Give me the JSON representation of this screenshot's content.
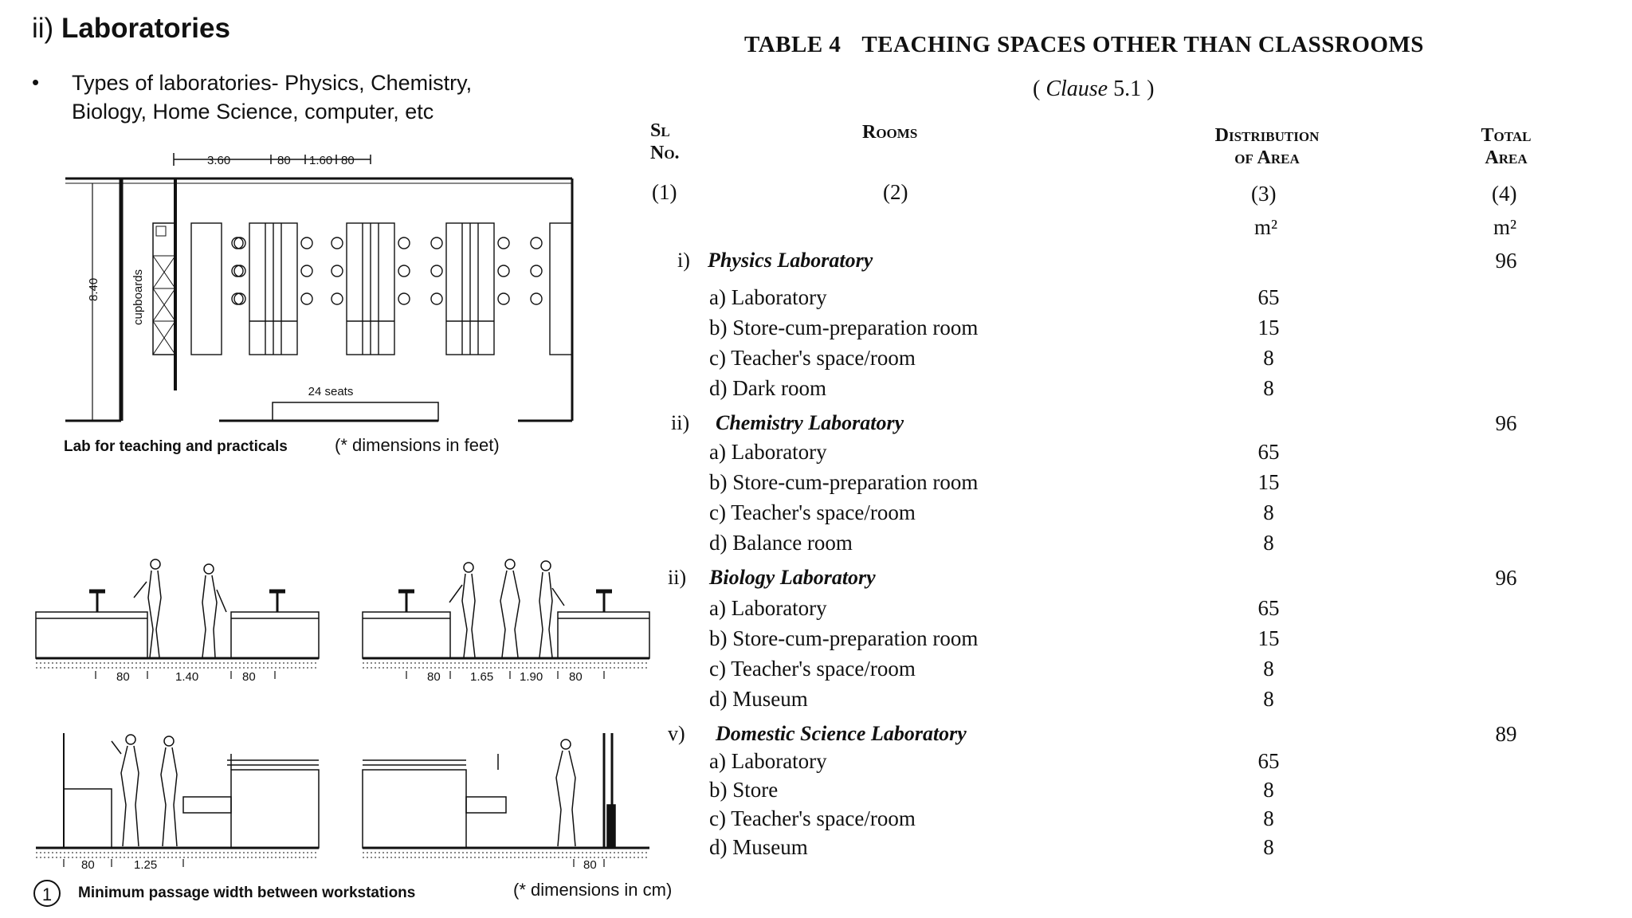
{
  "heading": {
    "prefix": "ii) ",
    "title": "Laboratories"
  },
  "bullet": {
    "marker": "•",
    "text": "Types of laboratories- Physics, Chemistry, Biology, Home Science, computer, etc"
  },
  "lab_plan": {
    "dim_top": [
      "3.60",
      "80",
      "1.60",
      "80"
    ],
    "dim_side": "8.40",
    "cupboards_label": "cupboards",
    "seats_label": "24 seats",
    "caption": "Lab for teaching and practicals",
    "note": "(* dimensions in feet)"
  },
  "passage_figure": {
    "dims_a": [
      "80",
      "1.40",
      "80"
    ],
    "dims_b": [
      "80",
      "1.65",
      "1.90",
      "80"
    ],
    "dims_c": [
      "80",
      "1.25"
    ],
    "dims_d": [
      "80"
    ],
    "circle_number": "1",
    "caption": "Minimum passage width between workstations",
    "note": "(* dimensions in cm)"
  },
  "table": {
    "label": "TABLE 4",
    "title": "TEACHING SPACES OTHER THAN CLASSROOMS",
    "clause_prefix": "(",
    "clause_word": "Clause",
    "clause_ref": "5.1 )",
    "headers": {
      "sl_line1": "Sl",
      "sl_line2": "No.",
      "rooms": "Rooms",
      "dist_line1": "Distribution",
      "dist_line2": "of Area",
      "total_line1": "Total",
      "total_line2": "Area"
    },
    "col_numbers": [
      "(1)",
      "(2)",
      "(3)",
      "(4)"
    ],
    "unit_dist": "m²",
    "unit_total": "m²",
    "sections": [
      {
        "num": "i)",
        "name": "Physics Laboratory",
        "total": "96",
        "rows": [
          {
            "label": "a) Laboratory",
            "value": "65"
          },
          {
            "label": "b) Store-cum-preparation room",
            "value": "15"
          },
          {
            "label": "c) Teacher's space/room",
            "value": "8"
          },
          {
            "label": "d) Dark room",
            "value": "8"
          }
        ]
      },
      {
        "num": "ii)",
        "name": "Chemistry Laboratory",
        "total": "96",
        "rows": [
          {
            "label": "a) Laboratory",
            "value": "65"
          },
          {
            "label": "b) Store-cum-preparation room",
            "value": "15"
          },
          {
            "label": "c) Teacher's space/room",
            "value": "8"
          },
          {
            "label": "d) Balance room",
            "value": "8"
          }
        ]
      },
      {
        "num": "ii)",
        "name": "Biology Laboratory",
        "total": "96",
        "rows": [
          {
            "label": "a) Laboratory",
            "value": "65"
          },
          {
            "label": "b) Store-cum-preparation room",
            "value": "15"
          },
          {
            "label": "c) Teacher's space/room",
            "value": "8"
          },
          {
            "label": "d) Museum",
            "value": "8"
          }
        ]
      },
      {
        "num": "v)",
        "name": "Domestic Science Laboratory",
        "total": "89",
        "rows": [
          {
            "label": "a) Laboratory",
            "value": "65"
          },
          {
            "label": "b) Store",
            "value": "8"
          },
          {
            "label": "c) Teacher's space/room",
            "value": "8"
          },
          {
            "label": "d) Museum",
            "value": "8"
          }
        ]
      }
    ]
  }
}
